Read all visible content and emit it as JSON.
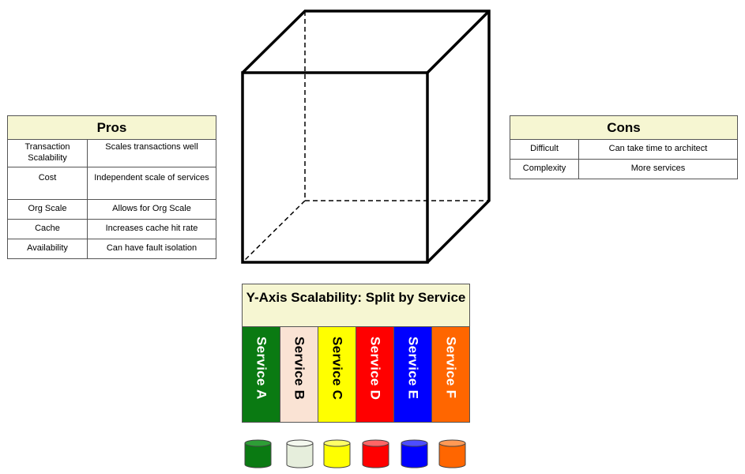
{
  "pros": {
    "header": "Pros",
    "rows": [
      {
        "key": "Transaction Scalability",
        "value": "Scales transactions well"
      },
      {
        "key": "Cost",
        "value": "Independent scale of services"
      },
      {
        "key": "Org Scale",
        "value": "Allows for Org Scale"
      },
      {
        "key": "Cache",
        "value": "Increases cache hit rate"
      },
      {
        "key": "Availability",
        "value": "Can have fault isolation"
      }
    ]
  },
  "cons": {
    "header": "Cons",
    "rows": [
      {
        "key": "Difficult",
        "value": "Can take time to architect"
      },
      {
        "key": "Complexity",
        "value": "More services"
      }
    ]
  },
  "y_axis": {
    "title": "Y-Axis Scalability: Split by Service",
    "services": [
      {
        "label": "Service A",
        "fill": "#0a7a12",
        "text_color": "#ffffff"
      },
      {
        "label": "Service B",
        "fill": "#fae3d4",
        "text_color": "#000000"
      },
      {
        "label": "Service C",
        "fill": "#ffff00",
        "text_color": "#000000"
      },
      {
        "label": "Service D",
        "fill": "#ff0000",
        "text_color": "#ffffff"
      },
      {
        "label": "Service E",
        "fill": "#0000ff",
        "text_color": "#ffffff"
      },
      {
        "label": "Service F",
        "fill": "#ff6600",
        "text_color": "#ffffff"
      }
    ]
  },
  "databases": [
    {
      "fill": "#0a7a12",
      "top": "#2e9e36"
    },
    {
      "fill": "#e6eedc",
      "top": "#f4f8ee"
    },
    {
      "fill": "#ffff00",
      "top": "#ffff66"
    },
    {
      "fill": "#ff0000",
      "top": "#ff6666"
    },
    {
      "fill": "#0000ff",
      "top": "#4d4dff"
    },
    {
      "fill": "#ff6600",
      "top": "#ff9955"
    }
  ]
}
